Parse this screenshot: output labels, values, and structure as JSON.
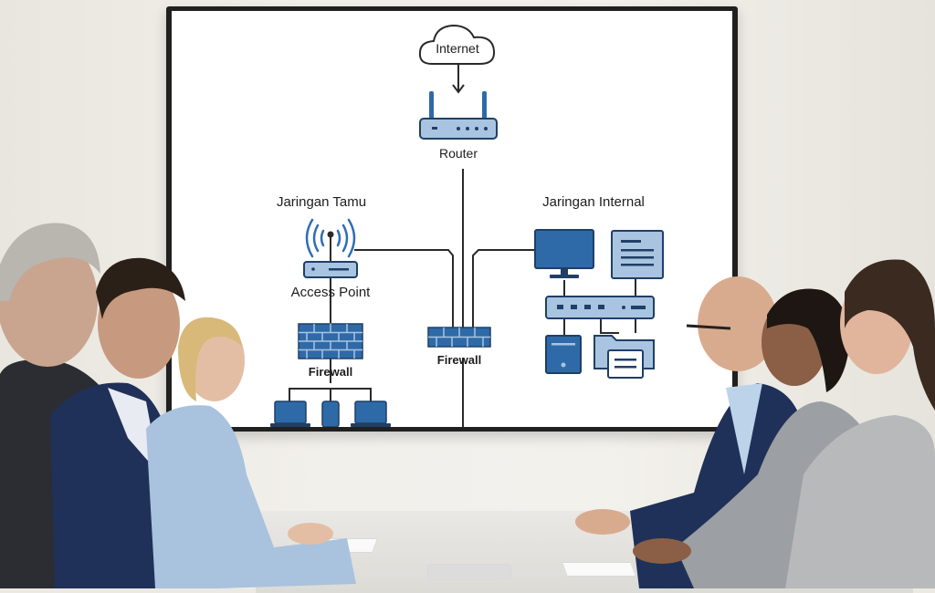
{
  "diagram": {
    "internet_label": "Internet",
    "router_label": "Router",
    "guest_network_title": "Jaringan Tamu",
    "internal_network_title": "Jaringan Internal",
    "access_point_label": "Access Point",
    "guest_firewall_label": "Firewall",
    "main_firewall_label": "Firewall"
  },
  "colors": {
    "device_fill": "#a9c4e0",
    "device_dark": "#2f6aa8",
    "device_outline": "#1f3f66",
    "wifi_blue": "#2e6fb4"
  }
}
